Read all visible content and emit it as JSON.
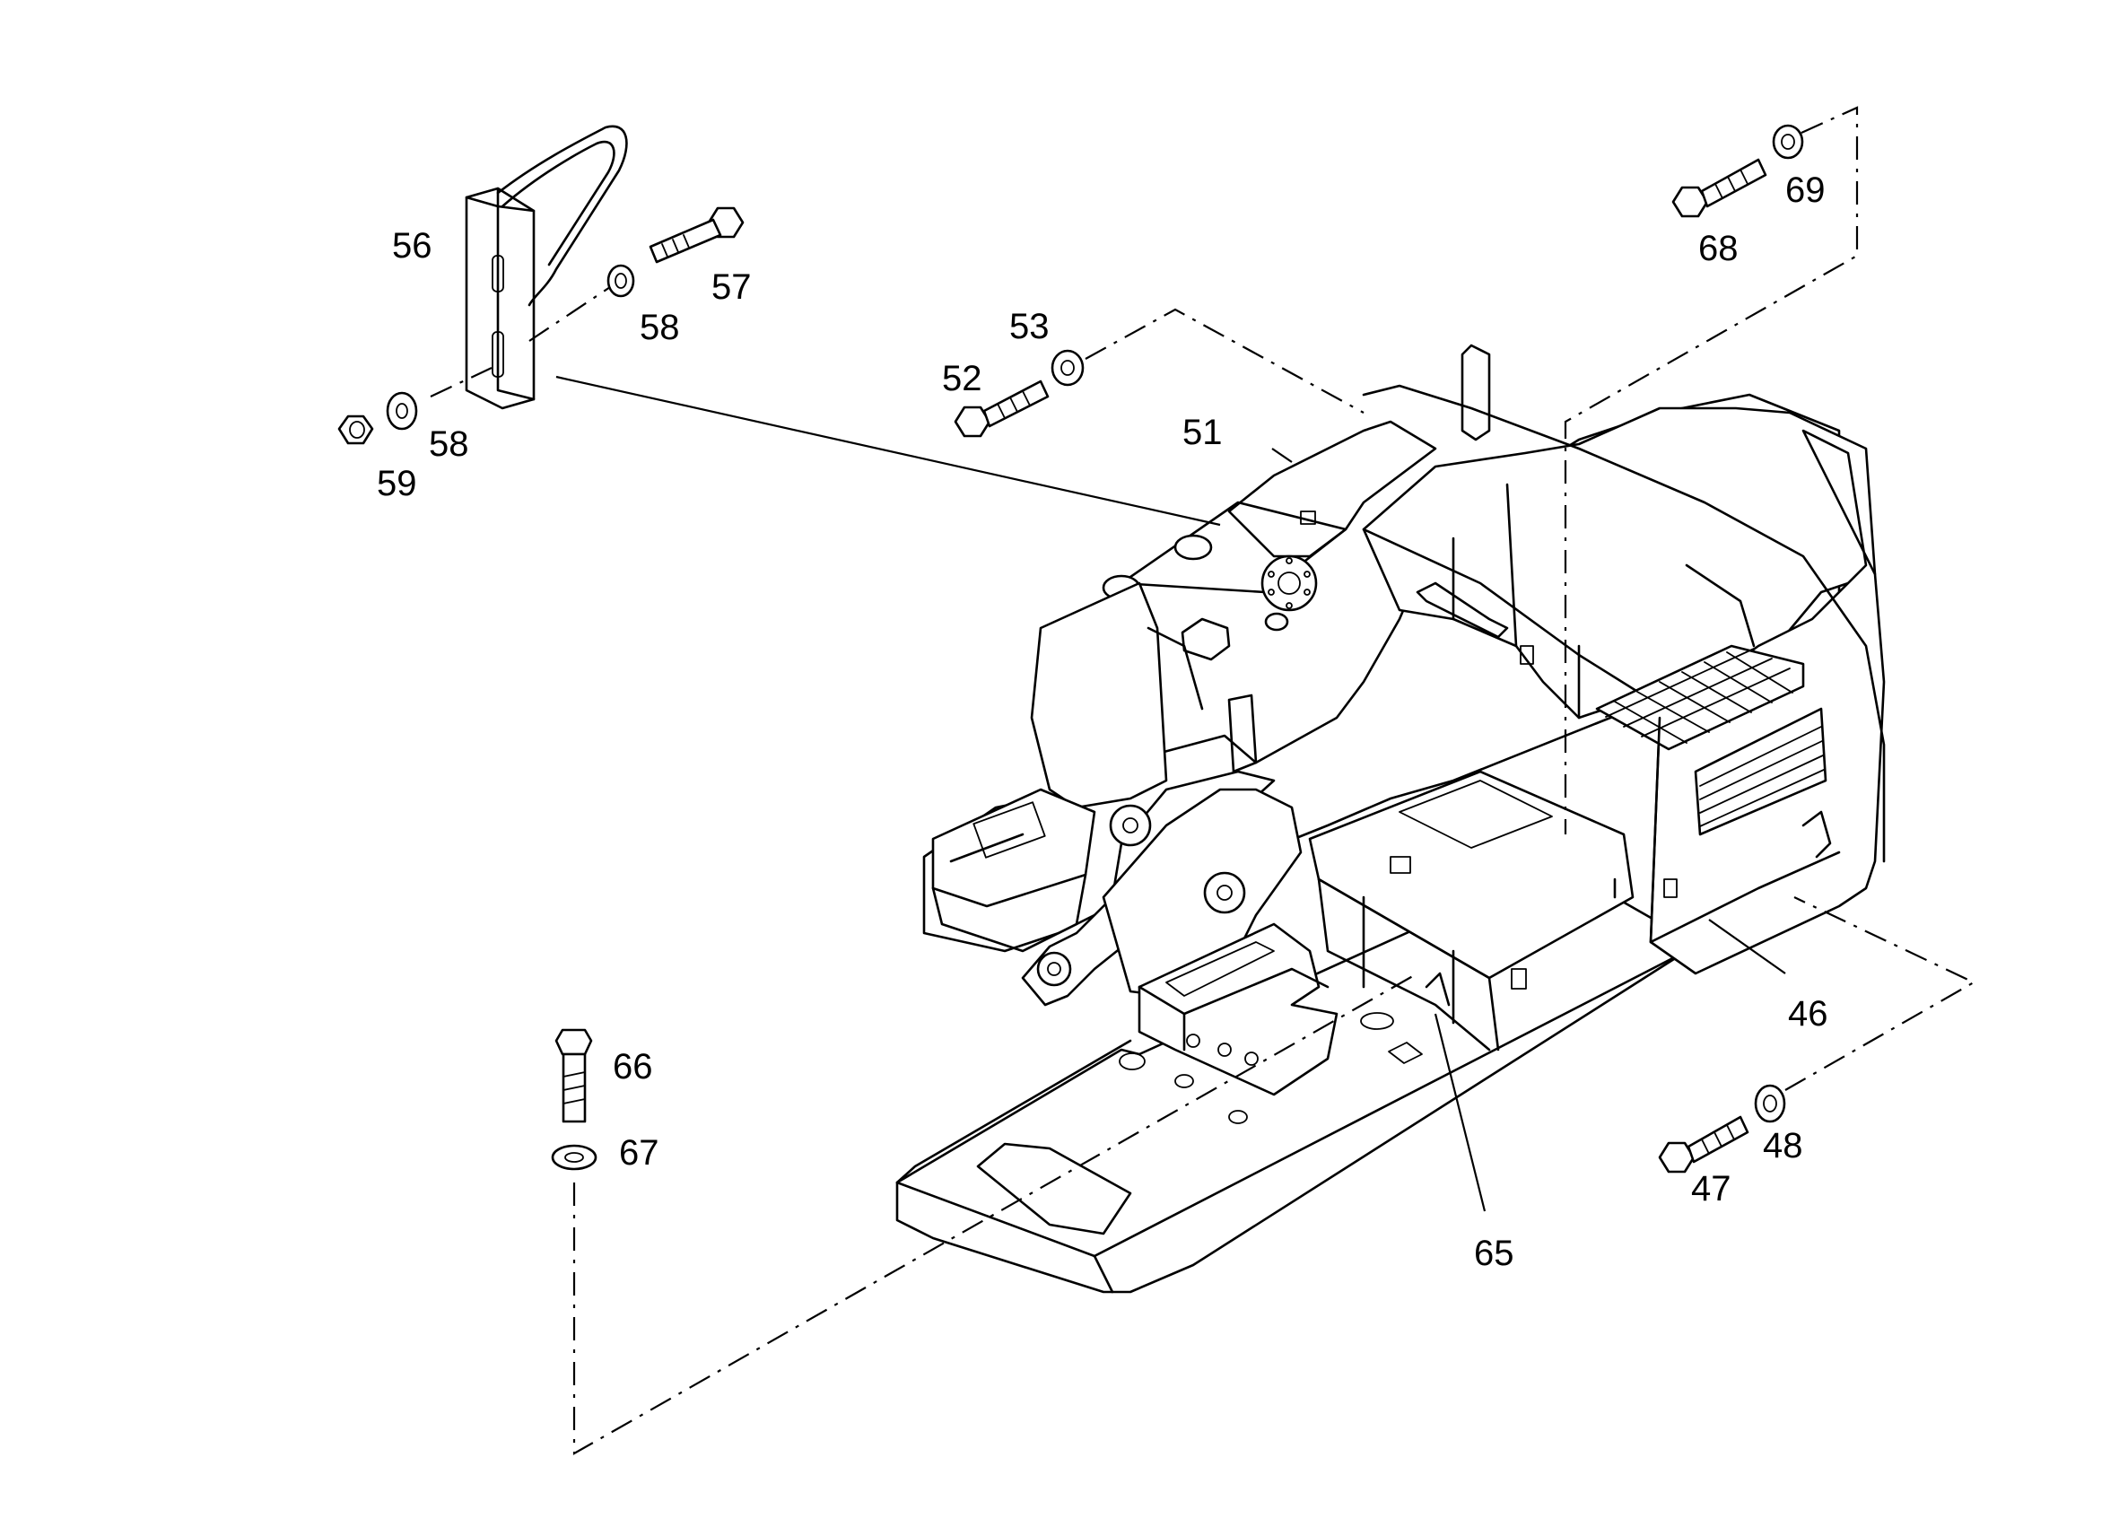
{
  "diagram": {
    "kind": "exploded-parts-view",
    "callouts": [
      {
        "id": "56",
        "text": "56"
      },
      {
        "id": "57",
        "text": "57"
      },
      {
        "id": "58a",
        "text": "58"
      },
      {
        "id": "58b",
        "text": "58"
      },
      {
        "id": "59",
        "text": "59"
      },
      {
        "id": "52",
        "text": "52"
      },
      {
        "id": "53",
        "text": "53"
      },
      {
        "id": "51",
        "text": "51"
      },
      {
        "id": "68",
        "text": "68"
      },
      {
        "id": "69",
        "text": "69"
      },
      {
        "id": "66",
        "text": "66"
      },
      {
        "id": "67",
        "text": "67"
      },
      {
        "id": "46",
        "text": "46"
      },
      {
        "id": "47",
        "text": "47"
      },
      {
        "id": "48",
        "text": "48"
      },
      {
        "id": "65",
        "text": "65"
      }
    ]
  }
}
